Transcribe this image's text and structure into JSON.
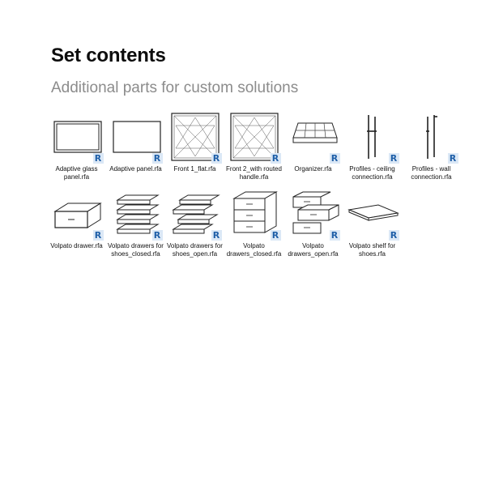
{
  "header": {
    "title": "Set contents",
    "subtitle": "Additional parts for custom solutions"
  },
  "badge_letter": "R",
  "colors": {
    "badge_bg": "#dbe8f6",
    "badge_text": "#1f5fa8",
    "subtitle": "#8c8c8c"
  },
  "files": [
    {
      "label": "Adaptive glass panel.rfa",
      "icon": "glass-panel-icon"
    },
    {
      "label": "Adaptive panel.rfa",
      "icon": "panel-icon"
    },
    {
      "label": "Front 1_flat.rfa",
      "icon": "front-flat-icon"
    },
    {
      "label": "Front 2_with routed handle.rfa",
      "icon": "front-routed-icon"
    },
    {
      "label": "Organizer.rfa",
      "icon": "organizer-icon"
    },
    {
      "label": "Profiles - ceiling connection.rfa",
      "icon": "profile-ceiling-icon"
    },
    {
      "label": "Profiles - wall connection.rfa",
      "icon": "profile-wall-icon"
    },
    {
      "label": "Volpato drawer.rfa",
      "icon": "drawer-icon"
    },
    {
      "label": "Volpato drawers for shoes_closed.rfa",
      "icon": "shoe-drawers-closed-icon"
    },
    {
      "label": "Volpato drawers for shoes_open.rfa",
      "icon": "shoe-drawers-open-icon"
    },
    {
      "label": "Volpato drawers_closed.rfa",
      "icon": "drawers-closed-icon"
    },
    {
      "label": "Volpato drawers_open.rfa",
      "icon": "drawers-open-icon"
    },
    {
      "label": "Volpato shelf for shoes.rfa",
      "icon": "shoe-shelf-icon"
    }
  ]
}
